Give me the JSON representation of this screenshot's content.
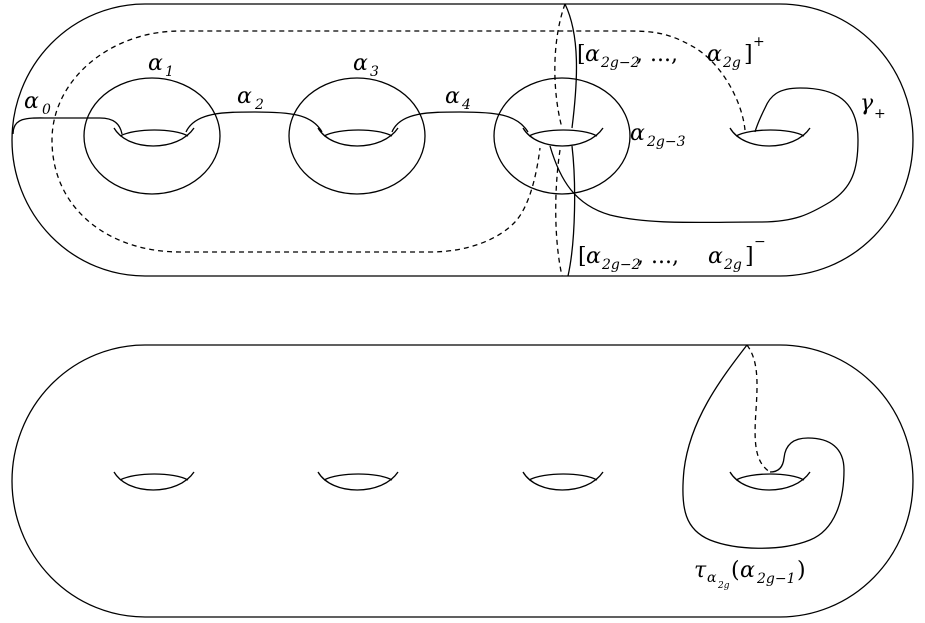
{
  "labels": {
    "alpha0": {
      "base": "α",
      "sub": "0"
    },
    "alpha1": {
      "base": "α",
      "sub": "1"
    },
    "alpha2": {
      "base": "α",
      "sub": "2"
    },
    "alpha3": {
      "base": "α",
      "sub": "3"
    },
    "alpha4": {
      "base": "α",
      "sub": "4"
    },
    "alpha2g3": {
      "base": "α",
      "sub": "2g−3"
    },
    "gamma_plus": {
      "base": "γ",
      "sub": "+"
    },
    "bracket_plus": {
      "open": "[",
      "a1": "α",
      "s1": "2g−2",
      "mid": ", ..., ",
      "a2": "α",
      "s2": "2g",
      "close": "]",
      "sup": "+"
    },
    "bracket_minus": {
      "open": "[",
      "a1": "α",
      "s1": "2g−2",
      "mid": ", ..., ",
      "a2": "α",
      "s2": "2g",
      "close": "]",
      "sup": "−"
    },
    "tau": {
      "base": "τ",
      "sub": "α",
      "subsub": "2g",
      "open": "(",
      "arg": "α",
      "argsub": "2g−1",
      "close": ")"
    }
  }
}
